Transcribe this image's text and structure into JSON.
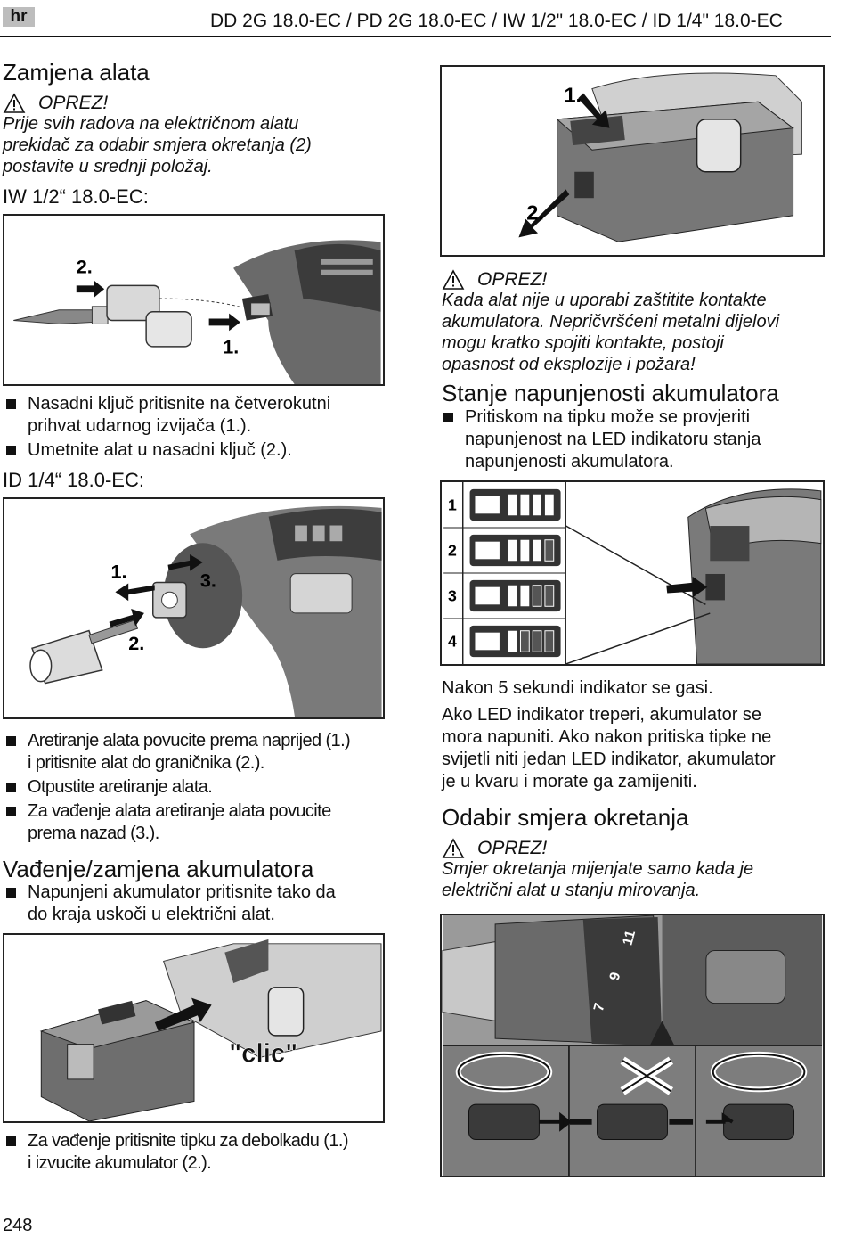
{
  "header": {
    "lang": "hr",
    "title": "DD 2G 18.0-EC / PD 2G 18.0-EC / IW 1/2\" 18.0-EC / ID 1/4\" 18.0-EC"
  },
  "left": {
    "section1": {
      "title": "Zamjena alata",
      "caution": "OPREZ!",
      "caution_lines": [
        "Prije svih radova na električnom alatu",
        "prekidač za odabir smjera okretanja (2)",
        "postavite u srednji položaj."
      ]
    },
    "iw": {
      "title": "IW 1/2“ 18.0-EC:",
      "fig_labels": [
        "2.",
        "1."
      ],
      "bullets": [
        [
          "Nasadni ključ pritisnite na četverokutni",
          "prihvat udarnog izvijača (1.)."
        ],
        [
          "Umetnite alat u nasadni ključ (2.)."
        ]
      ]
    },
    "id": {
      "title": "ID 1/4“ 18.0-EC:",
      "fig_labels": [
        "1.",
        "3.",
        "2."
      ],
      "bullets": [
        [
          "Aretiranje alata povucite prema naprijed (1.)",
          "i pritisnite alat do graničnika (2.)."
        ],
        [
          "Otpustite aretiranje alata."
        ],
        [
          "Za vađenje alata aretiranje alata povucite",
          "prema nazad (3.)."
        ]
      ]
    },
    "battery": {
      "title": "Vađenje/zamjena akumulatora",
      "bullets": [
        [
          "Napunjeni akumulator pritisnite tako da",
          "do kraja uskoči u električni alat."
        ]
      ],
      "fig_label": "\"clic\"",
      "bullets2": [
        [
          "Za vađenje pritisnite tipku za debolkadu (1.)",
          "i izvucite akumulator (2.)."
        ]
      ]
    }
  },
  "right": {
    "fig1_labels": [
      "1.",
      "2."
    ],
    "caution": "OPREZ!",
    "caution_lines": [
      "Kada alat nije u uporabi zaštitite kontakte",
      "akumulatora. Nepričvršćeni metalni dijelovi",
      "mogu kratko spojiti kontakte, postoji",
      "opasnost od eksplozije i požara!"
    ],
    "charge": {
      "title": "Stanje napunjenosti akumulatora",
      "bullets": [
        [
          "Pritiskom na tipku može se provjeriti",
          "napunjenost na LED indikatoru stanja",
          "napunjenosti akumulatora."
        ]
      ],
      "levels": [
        "1",
        "2",
        "3",
        "4"
      ],
      "p1": "Nakon 5 sekundi indikator se gasi.",
      "p2_lines": [
        "Ako LED indikator treperi, akumulator se",
        "mora napuniti. Ako nakon pritiska tipke ne",
        "svijetli niti jedan LED indikator, akumulator",
        "je u kvaru i morate ga zamijeniti."
      ]
    },
    "direction": {
      "title": "Odabir smjera okretanja",
      "caution": "OPREZ!",
      "caution_lines": [
        "Smjer okretanja mijenjate samo kada je",
        "električni alat u stanju mirovanja."
      ],
      "chuck_numbers": [
        "7",
        "9",
        "11"
      ]
    }
  },
  "page_number": "248"
}
